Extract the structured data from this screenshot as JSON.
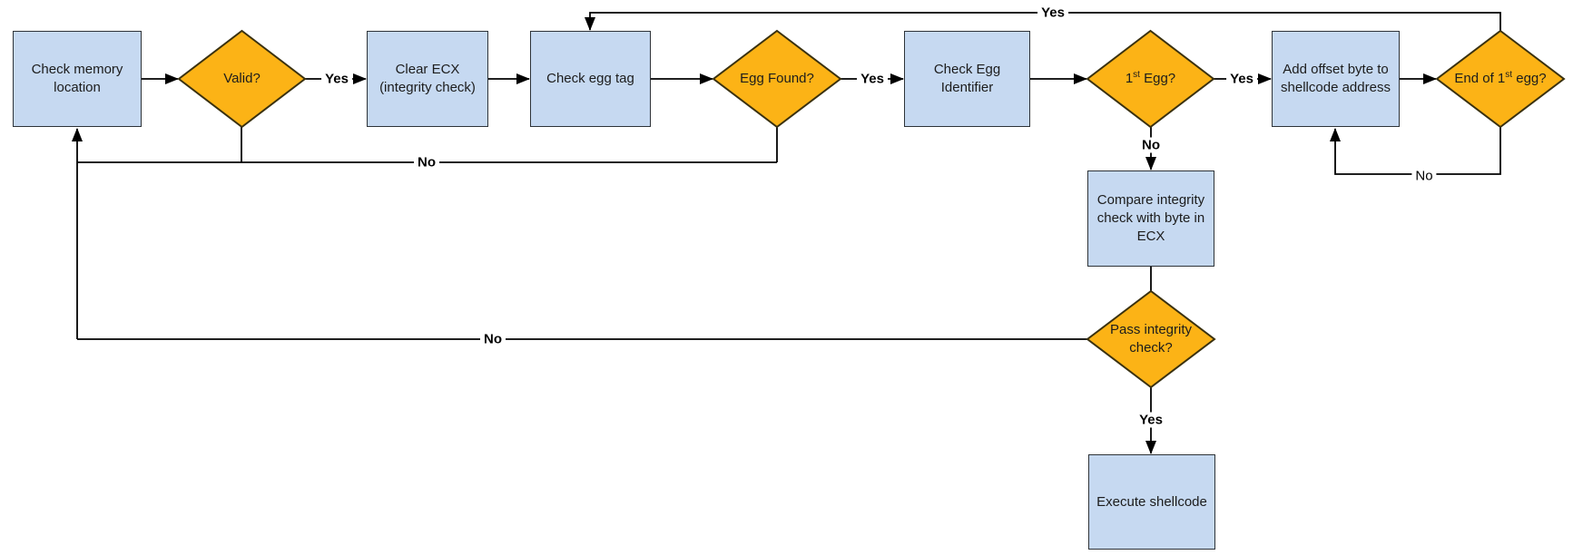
{
  "colors": {
    "process-fill": "#c6d9f1",
    "process-border": "#2e3338",
    "decision-fill": "#fcb316",
    "decision-border": "#3a3110",
    "line": "#000000",
    "node-text": "#1c1c1c",
    "label-text": "#000000",
    "page-bg": "#ffffff"
  },
  "nodes": {
    "check_memory": {
      "label": "Check memory location",
      "type": "process"
    },
    "valid": {
      "label": "Valid?",
      "type": "decision"
    },
    "clear_ecx": {
      "label": "Clear ECX (integrity check)",
      "type": "process"
    },
    "check_egg_tag": {
      "label": "Check egg tag",
      "type": "process"
    },
    "egg_found": {
      "label": "Egg Found?",
      "type": "decision"
    },
    "check_egg_identifier": {
      "label": "Check Egg Identifier",
      "type": "process"
    },
    "first_egg": {
      "label_parts": {
        "pre": "1",
        "sup": "st",
        "post": " Egg?"
      },
      "type": "decision"
    },
    "add_offset": {
      "label": "Add offset byte to shellcode address",
      "type": "process"
    },
    "end_of_first_egg": {
      "label_parts": {
        "pre": "End of 1",
        "sup": "st",
        "post": " egg?"
      },
      "type": "decision"
    },
    "compare_integrity": {
      "label": "Compare integrity check with byte in ECX",
      "type": "process"
    },
    "pass_integrity": {
      "label": "Pass integrity check?",
      "type": "decision"
    },
    "execute_shellcode": {
      "label": "Execute shellcode",
      "type": "process"
    }
  },
  "edges": {
    "valid_yes": {
      "label": "Yes",
      "from": "valid",
      "to": "clear_ecx"
    },
    "egg_found_yes": {
      "label": "Yes",
      "from": "egg_found",
      "to": "check_egg_identifier"
    },
    "first_egg_yes": {
      "label": "Yes",
      "from": "first_egg",
      "to": "add_offset"
    },
    "end_egg_loop_yes": {
      "label": "Yes",
      "from": "end_of_first_egg",
      "to": "check_egg_tag"
    },
    "pass_integrity_yes": {
      "label": "Yes",
      "from": "pass_integrity",
      "to": "execute_shellcode"
    },
    "valid_no": {
      "label": "No",
      "from": "valid",
      "to": "check_memory"
    },
    "pass_integrity_no": {
      "label": "No",
      "from": "pass_integrity",
      "to": "check_memory"
    },
    "first_egg_no": {
      "label": "No",
      "from": "first_egg",
      "to": "compare_integrity"
    },
    "end_egg_no": {
      "label": "No",
      "from": "end_of_first_egg",
      "to": "add_offset"
    }
  }
}
